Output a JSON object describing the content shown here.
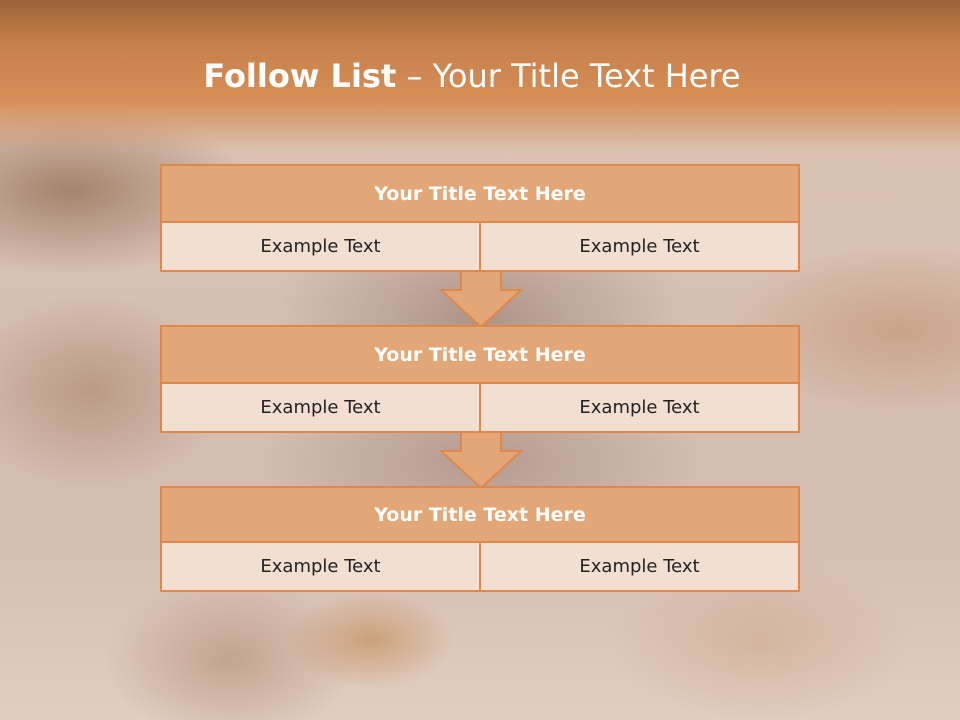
{
  "slide": {
    "title_bold": "Follow List",
    "title_rest": " – Your Title Text Here"
  },
  "blocks": [
    {
      "title": "Your Title Text Here",
      "cells": [
        "Example Text",
        "Example Text"
      ]
    },
    {
      "title": "Your Title Text Here",
      "cells": [
        "Example Text",
        "Example Text"
      ]
    },
    {
      "title": "Your Title Text Here",
      "cells": [
        "Example Text",
        "Example Text"
      ]
    }
  ],
  "colors": {
    "header": "#d68e57",
    "block_title_fill": "#e2a677",
    "cell_fill": "#f3dfd2",
    "border": "#e0874a"
  }
}
